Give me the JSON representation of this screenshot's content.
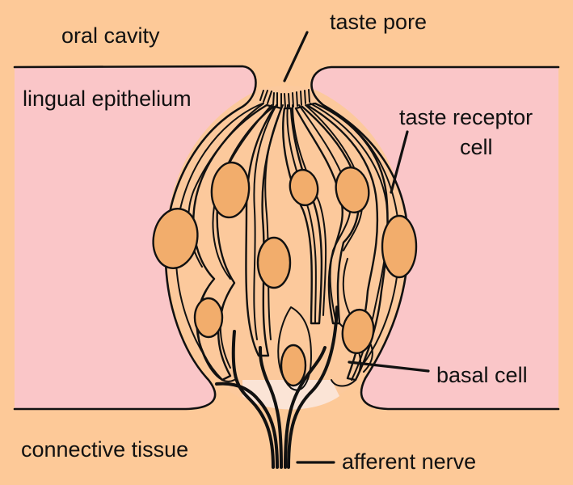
{
  "title": "Taste bud cross-section",
  "colors": {
    "background": "#fdc998",
    "epithelium": "#fac6c8",
    "cell_fill": "#fcc99c",
    "membrane_gap": "#fbe4d6",
    "nucleus": "#f2ad6c",
    "outline": "#111111"
  },
  "labels": {
    "oral_cavity": "oral cavity",
    "taste_pore": "taste pore",
    "lingual_epithelium": "lingual epithelium",
    "taste_receptor_cell_line1": "taste receptor",
    "taste_receptor_cell_line2": "cell",
    "basal_cell": "basal cell",
    "connective_tissue": "connective tissue",
    "afferent_nerve": "afferent nerve"
  }
}
